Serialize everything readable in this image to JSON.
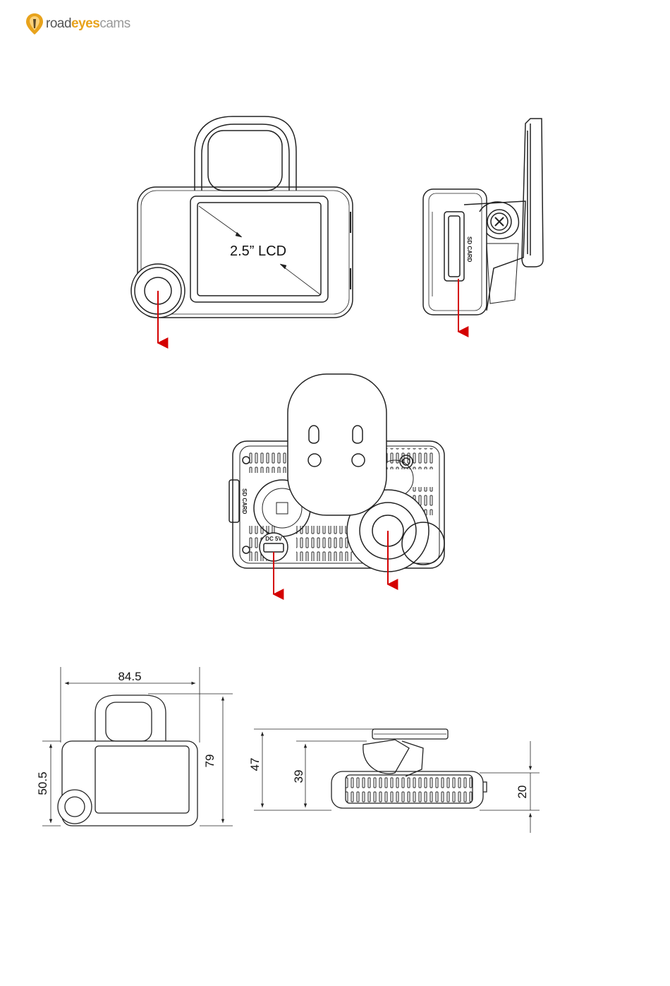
{
  "brand": {
    "logo_text_1": "road",
    "logo_text_2": "eyes",
    "logo_text_3": "cams",
    "logo_color": "#e8a31c",
    "logo_icon": "location-pin-icon"
  },
  "front_view": {
    "lcd_label": "2.5” LCD"
  },
  "side_view": {
    "sd_label": "SD CARD"
  },
  "rear_view": {
    "sd_label": "SD CARD",
    "dc_label": "DC 5V"
  },
  "dimensions": {
    "width": "84.5",
    "body_height": "50.5",
    "total_height": "79",
    "side_total": "47",
    "side_mount": "39",
    "side_body": "20"
  },
  "colors": {
    "arrow": "#d40000",
    "line": "#222222"
  }
}
